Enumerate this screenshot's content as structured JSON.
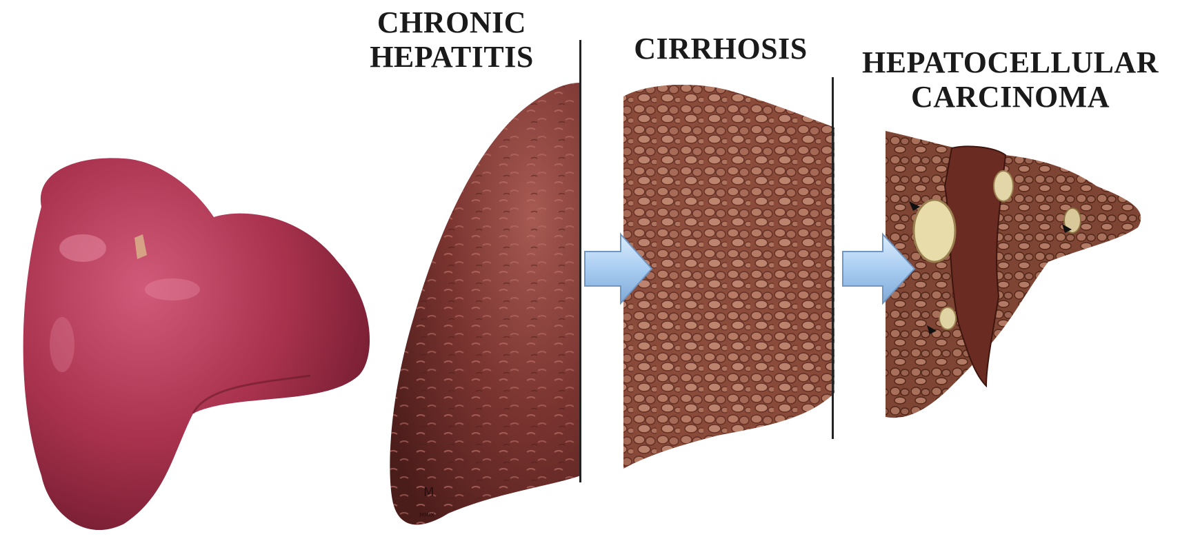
{
  "stages": [
    {
      "id": "chronic-hepatitis",
      "lines": [
        "CHRONIC",
        "HEPATITIS"
      ]
    },
    {
      "id": "cirrhosis",
      "lines": [
        "CIRRHOSIS"
      ]
    },
    {
      "id": "hepatocellular-carcinoma",
      "lines": [
        "HEPATOCELLULAR",
        "CARCINOMA"
      ]
    }
  ],
  "arrow_color": "#a9cdf2",
  "colors": {
    "healthy_liver": "#a8324d",
    "hepatitis_liver": "#7a3430",
    "cirrhosis_liver": "#8a4a3a",
    "carcinoma_liver": "#7e4434",
    "tumor": "#e8dcaa",
    "divider": "#222222"
  },
  "icons": [
    "healthy-liver-illustration",
    "hepatitis-liver-illustration",
    "cirrhotic-liver-illustration",
    "carcinoma-liver-illustration",
    "right-arrow-icon"
  ]
}
